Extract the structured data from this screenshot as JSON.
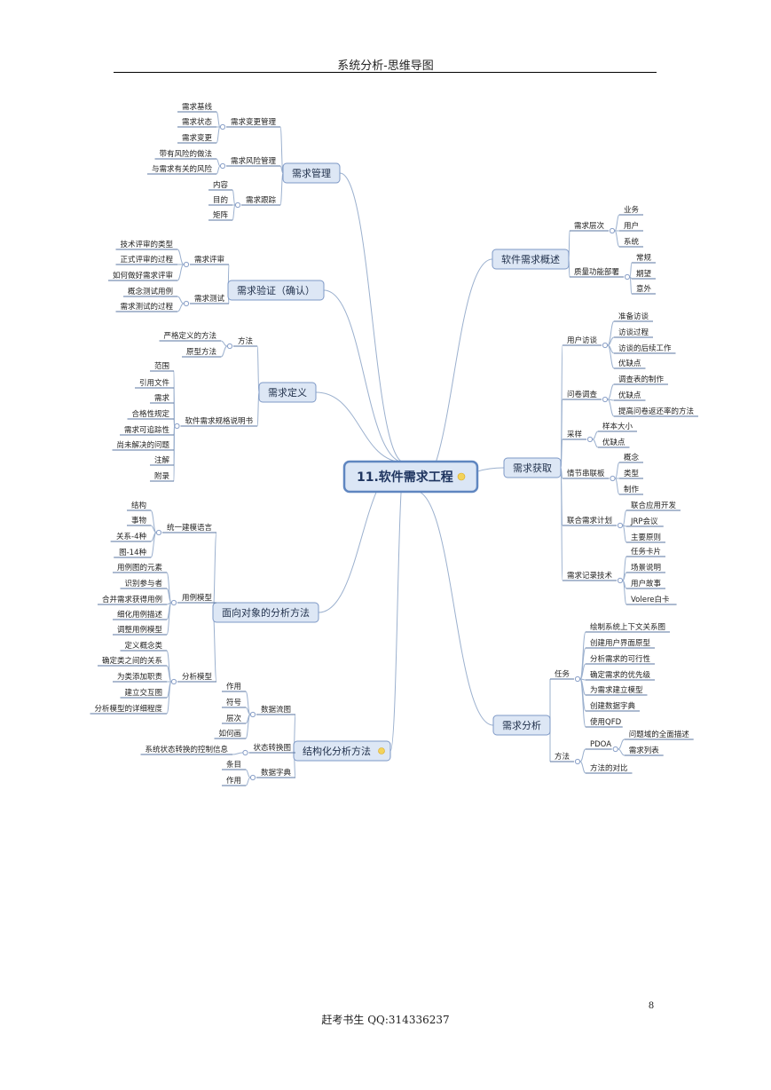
{
  "header": "系统分析-思维导图",
  "page_number": "8",
  "footer": "赶考书生  QQ:314336237",
  "center": "11.软件需求工程",
  "left_branches": [
    {
      "label": "需求管理",
      "children": [
        {
          "label": "需求变更管理",
          "children": [
            "需求基线",
            "需求状态",
            "需求变更"
          ]
        },
        {
          "label": "需求风险管理",
          "children": [
            "带有风险的做法",
            "与需求有关的风险"
          ]
        },
        {
          "label": "需求跟踪",
          "children": [
            "内容",
            "目的",
            "矩阵"
          ]
        }
      ]
    },
    {
      "label": "需求验证（确认）",
      "children": [
        {
          "label": "需求评审",
          "children": [
            "技术评审的类型",
            "正式评审的过程",
            "如何做好需求评审"
          ]
        },
        {
          "label": "需求测试",
          "children": [
            "概念测试用例",
            "需求测试的过程"
          ]
        }
      ]
    },
    {
      "label": "需求定义",
      "children": [
        {
          "label": "方法",
          "children": [
            "严格定义的方法",
            "原型方法"
          ]
        },
        {
          "label": "软件需求规格说明书",
          "children": [
            "范围",
            "引用文件",
            "需求",
            "合格性规定",
            "需求可追踪性",
            "尚未解决的问题",
            "注解",
            "附录"
          ]
        }
      ]
    },
    {
      "label": "面向对象的分析方法",
      "children": [
        {
          "label": "统一建模语言",
          "children": [
            "结构",
            "事物",
            "关系-4种",
            "图-14种"
          ]
        },
        {
          "label": "用例模型",
          "children": [
            "用例图的元素",
            "识别参与者",
            "合并需求获得用例",
            "细化用例描述",
            "调整用例模型"
          ]
        },
        {
          "label": "分析模型",
          "children": [
            "定义概念类",
            "确定类之间的关系",
            "为类添加职责",
            "建立交互图",
            "分析模型的详细程度"
          ]
        }
      ]
    },
    {
      "label": "结构化分析方法",
      "children": [
        {
          "label": "数据流图",
          "children": [
            "作用",
            "符号",
            "层次",
            "如何画"
          ]
        },
        {
          "label": "状态转换图",
          "children": [
            "系统状态转换的控制信息"
          ]
        },
        {
          "label": "数据字典",
          "children": [
            "条目",
            "作用"
          ]
        }
      ]
    }
  ],
  "right_branches": [
    {
      "label": "软件需求概述",
      "children": [
        {
          "label": "需求层次",
          "children": [
            "业务",
            "用户",
            "系统"
          ]
        },
        {
          "label": "质量功能部署",
          "children": [
            "常规",
            "期望",
            "意外"
          ]
        }
      ]
    },
    {
      "label": "需求获取",
      "children": [
        {
          "label": "用户访谈",
          "children": [
            "准备访谈",
            "访谈过程",
            "访谈的后续工作",
            "优缺点"
          ]
        },
        {
          "label": "问卷调查",
          "children": [
            "调查表的制作",
            "优缺点",
            "提高问卷返还率的方法"
          ]
        },
        {
          "label": "采样",
          "children": [
            "样本大小",
            "优缺点"
          ]
        },
        {
          "label": "情节串联板",
          "children": [
            "概念",
            "类型",
            "制作"
          ]
        },
        {
          "label": "联合需求计划",
          "children": [
            "联合应用开发",
            "JRP会议",
            "主要原则"
          ]
        },
        {
          "label": "需求记录技术",
          "children": [
            "任务卡片",
            "场景说明",
            "用户故事",
            "Volere白卡"
          ]
        }
      ]
    },
    {
      "label": "需求分析",
      "children": [
        {
          "label": "任务",
          "children": [
            "绘制系统上下文关系图",
            "创建用户界面原型",
            "分析需求的可行性",
            "确定需求的优先级",
            "为需求建立模型",
            "创建数据字典",
            "使用QFD"
          ]
        },
        {
          "label": "方法",
          "children": [
            {
              "label": "PDOA",
              "children": [
                "问题域的全面描述",
                "需求列表"
              ]
            },
            {
              "label": "方法的对比",
              "children": []
            }
          ]
        }
      ]
    }
  ]
}
